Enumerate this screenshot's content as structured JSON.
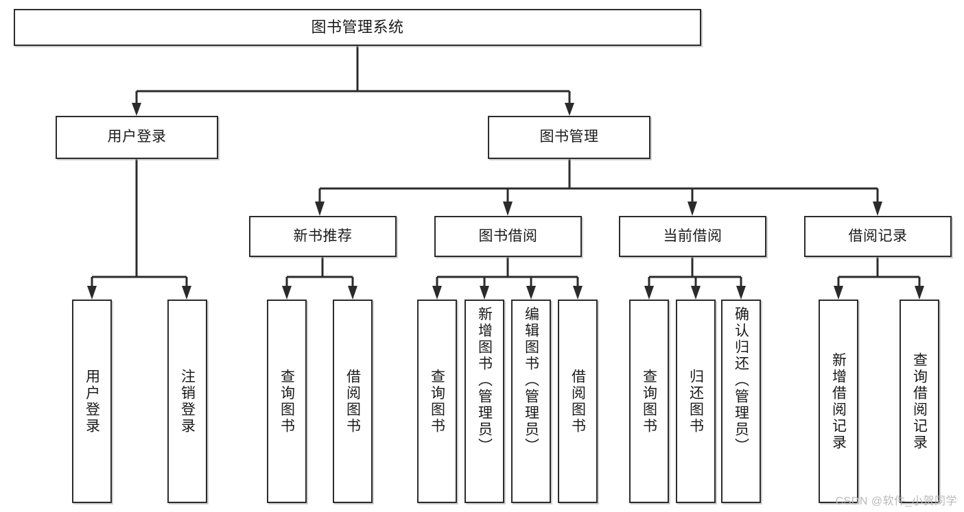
{
  "diagram": {
    "title": "图书管理系统",
    "type": "tree-hierarchy",
    "watermark": "CSDN @软件_小贺同学",
    "colors": {
      "stroke": "#2b2b2b",
      "fill": "#ffffff",
      "text": "#1a1a1a",
      "watermark": "#b9b9b9"
    }
  },
  "nodes": {
    "root": {
      "label": "图书管理系统"
    },
    "level2": [
      {
        "id": "user-login",
        "label": "用户登录"
      },
      {
        "id": "book-manage",
        "label": "图书管理"
      }
    ],
    "level3": [
      {
        "id": "new-book-rec",
        "label": "新书推荐"
      },
      {
        "id": "book-borrow",
        "label": "图书借阅"
      },
      {
        "id": "current-borrow",
        "label": "当前借阅"
      },
      {
        "id": "borrow-record",
        "label": "借阅记录"
      }
    ],
    "leaves": {
      "user-login": [
        {
          "id": "leaf-user-login",
          "label": "用户登录"
        },
        {
          "id": "leaf-user-logout",
          "label": "注销登录"
        }
      ],
      "new-book-rec": [
        {
          "id": "leaf-query-book-1",
          "label": "查询图书"
        },
        {
          "id": "leaf-borrow-book-1",
          "label": "借阅图书"
        }
      ],
      "book-borrow": [
        {
          "id": "leaf-query-book-2",
          "label": "查询图书"
        },
        {
          "id": "leaf-add-book",
          "label": "新增图书（管理员）"
        },
        {
          "id": "leaf-edit-book",
          "label": "编辑图书（管理员）"
        },
        {
          "id": "leaf-borrow-book-2",
          "label": "借阅图书"
        }
      ],
      "current-borrow": [
        {
          "id": "leaf-query-book-3",
          "label": "查询图书"
        },
        {
          "id": "leaf-return-book",
          "label": "归还图书"
        },
        {
          "id": "leaf-confirm-return",
          "label": "确认归还（管理员）"
        }
      ],
      "borrow-record": [
        {
          "id": "leaf-add-record",
          "label": "新增借阅记录"
        },
        {
          "id": "leaf-query-record",
          "label": "查询借阅记录"
        }
      ]
    }
  }
}
